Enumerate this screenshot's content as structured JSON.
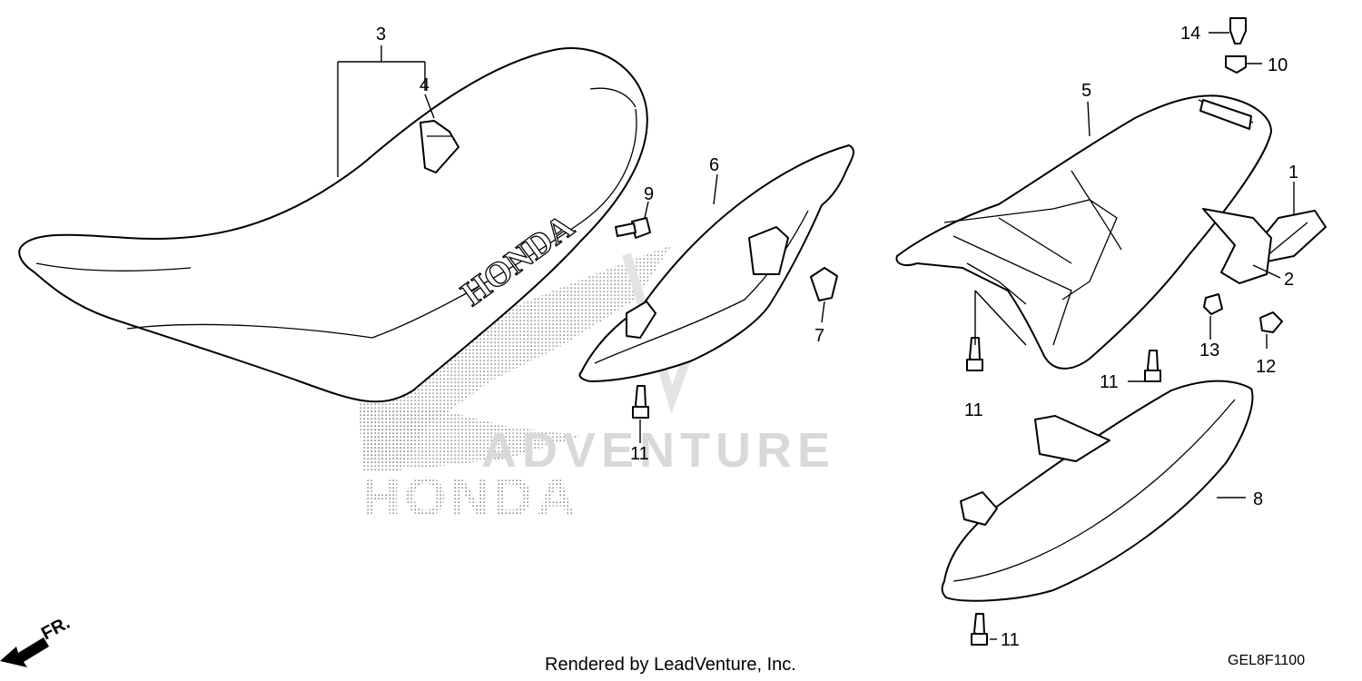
{
  "callouts": [
    {
      "id": "1",
      "label": "1"
    },
    {
      "id": "2",
      "label": "2"
    },
    {
      "id": "3",
      "label": "3"
    },
    {
      "id": "4",
      "label": "4"
    },
    {
      "id": "5",
      "label": "5"
    },
    {
      "id": "6",
      "label": "6"
    },
    {
      "id": "7",
      "label": "7"
    },
    {
      "id": "8",
      "label": "8"
    },
    {
      "id": "9",
      "label": "9"
    },
    {
      "id": "10",
      "label": "10"
    },
    {
      "id": "11",
      "label": "11"
    },
    {
      "id": "12",
      "label": "12"
    },
    {
      "id": "13",
      "label": "13"
    },
    {
      "id": "14",
      "label": "14"
    }
  ],
  "seat_logo": "HONDA",
  "watermark": {
    "brand_text": "HONDA",
    "lead_text": "ADVENTURE"
  },
  "direction_label": "FR.",
  "footer": {
    "rendered_by": "Rendered by LeadVenture, Inc.",
    "diagram_code": "GEL8F1100"
  }
}
